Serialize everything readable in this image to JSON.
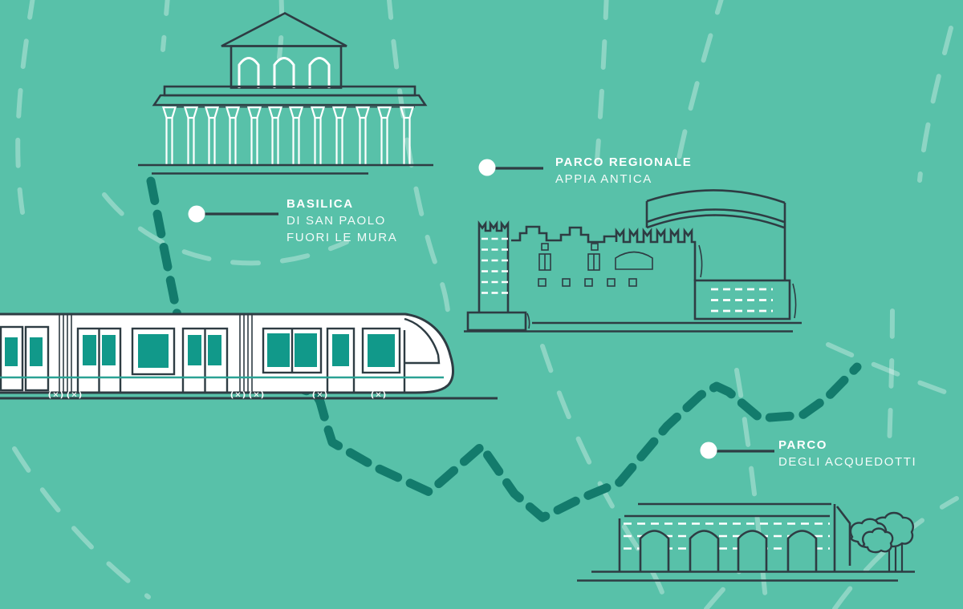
{
  "palette": {
    "background": "#58c1a9",
    "outline": "#2e3c43",
    "route_teal": "#137b6c",
    "window_teal": "#11998a",
    "stripe_teal": "#2ba294",
    "label_white": "#ffffff",
    "decor_dash": "rgba(255,255,255,0.32)"
  },
  "labels": {
    "basilica": {
      "title": "BASILICA",
      "subtitle_lines": [
        "DI SAN PAOLO",
        "FUORI LE MURA"
      ]
    },
    "parco_regionale": {
      "title": "PARCO REGIONALE",
      "subtitle_lines": [
        "APPIA ANTICA"
      ]
    },
    "parco_acquedotti": {
      "title": "PARCO",
      "subtitle_lines": [
        "DEGLI ACQUEDOTTI"
      ]
    }
  },
  "tram": {
    "wheel_glyph": "(✕)"
  },
  "icons": [
    "basilica-san-paolo-illustration",
    "castle-appia-antica-illustration",
    "aqueduct-illustration",
    "tram-illustration",
    "metro-route-dashed-line",
    "map-marker-dot"
  ]
}
